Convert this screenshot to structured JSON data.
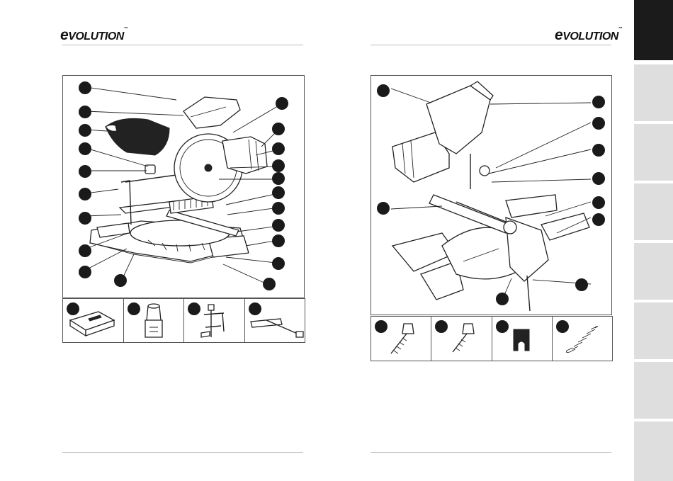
{
  "brand": {
    "logo_text": "EVOLUTION",
    "colors": {
      "ink": "#111111",
      "tab_active": "#1b1b1b",
      "tab_inactive": "#dedede",
      "rule": "#bbbbbb"
    }
  },
  "left_page": {
    "diagram": "mitre-saw-front-view",
    "callout_count": 22,
    "accessories": [
      "extension-support-icon",
      "dust-port-adapter-icon",
      "hold-down-clamp-icon",
      "length-stop-rod-icon"
    ]
  },
  "right_page": {
    "diagram": "mitre-saw-rear-view",
    "callout_count": 10,
    "accessories": [
      "hex-screw-long-icon",
      "hex-screw-short-icon",
      "slot-key-icon",
      "spring-icon"
    ]
  },
  "side_tabs": {
    "count": 8,
    "active_index": 0
  }
}
